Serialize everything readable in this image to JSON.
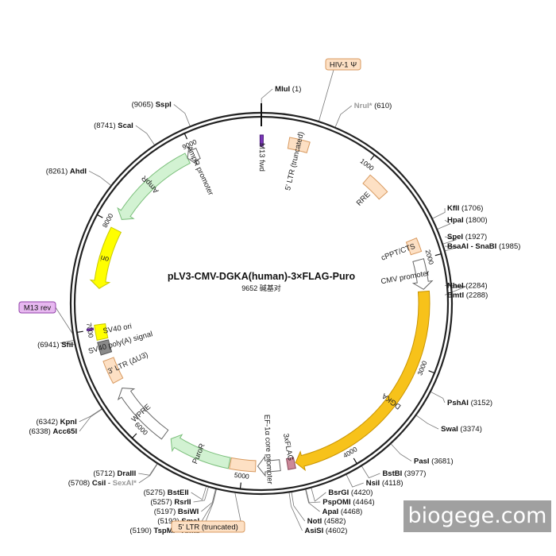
{
  "title": "pLV3-CMV-DGKA(human)-3×FLAG-Puro",
  "subtitle": "9652 碱基对",
  "total_bp": 9652,
  "watermark": "biogege.com",
  "colors": {
    "backbone": "#222222",
    "plain_feature": "#ffffff",
    "ltr_fill": "#fde0c4",
    "ltr_stroke": "#d89a60",
    "marker_fill": "#f6c8a8",
    "ampr_fill": "#d2f2d2",
    "ampr_stroke": "#7bbf7b",
    "ori_fill": "#ffff00",
    "ori_stroke": "#c8c800",
    "dgka_fill": "#f7c21a",
    "dgka_stroke": "#c99400",
    "flag_fill": "#cc8899",
    "primer_fill": "#7a36b8",
    "sv40_ori_fill": "#8a8a8a",
    "primer_tag_fill": "#e7b8f0",
    "primer_tag_stroke": "#9040a8",
    "ltr_tag_fill": "#fde0c4",
    "ltr_tag_stroke": "#d89a60",
    "sexai_gray": "#999999"
  },
  "ticks": [
    {
      "bp": 1000,
      "label": "1000"
    },
    {
      "bp": 2000,
      "label": "2000"
    },
    {
      "bp": 3000,
      "label": "3000"
    },
    {
      "bp": 4000,
      "label": "4000"
    },
    {
      "bp": 5000,
      "label": "5000"
    },
    {
      "bp": 6000,
      "label": "6000"
    },
    {
      "bp": 7000,
      "label": "7000"
    },
    {
      "bp": 8000,
      "label": "8000"
    },
    {
      "bp": 9000,
      "label": "9000"
    }
  ],
  "features": [
    {
      "name": "5' LTR (truncated)",
      "start": 260,
      "end": 450,
      "ring": 2,
      "kind": "box",
      "color": "ltr"
    },
    {
      "name": "RRE",
      "start": 1080,
      "end": 1300,
      "ring": 2,
      "kind": "box",
      "color": "ltr"
    },
    {
      "name": "cPPT/CTS",
      "start": 1800,
      "end": 1930,
      "ring": 2,
      "kind": "box",
      "color": "ltr"
    },
    {
      "name": "CMV promoter",
      "start": 2000,
      "end": 2280,
      "ring": 2,
      "kind": "arrow",
      "dir": 1,
      "color": "plain"
    },
    {
      "name": "DGKA",
      "start": 2300,
      "end": 4500,
      "ring": 2,
      "kind": "arrow",
      "dir": 1,
      "color": "dgka"
    },
    {
      "name": "3xFLAG",
      "start": 4510,
      "end": 4580,
      "ring": 2,
      "kind": "box",
      "color": "flag"
    },
    {
      "name": "EF-1α core promoter",
      "start": 4650,
      "end": 4860,
      "ring": 2,
      "kind": "arrow",
      "dir": 1,
      "color": "plain"
    },
    {
      "name": "",
      "start": 4880,
      "end": 5120,
      "ring": 2,
      "kind": "box",
      "color": "ltr"
    },
    {
      "name": "PuroR",
      "start": 5130,
      "end": 5730,
      "ring": 2,
      "kind": "arrow",
      "dir": 1,
      "color": "ampr"
    },
    {
      "name": "WPRE",
      "start": 5800,
      "end": 6400,
      "ring": 2,
      "kind": "arrow",
      "dir": 1,
      "color": "plain"
    },
    {
      "name": "3' LTR (ΔU3)",
      "start": 6480,
      "end": 6700,
      "ring": 2,
      "kind": "box",
      "color": "ltr"
    },
    {
      "name": "SV40 poly(A) signal",
      "start": 6760,
      "end": 6880,
      "ring": 2,
      "kind": "box",
      "color": "sv40ori"
    },
    {
      "name": "SV40 ori",
      "start": 6900,
      "end": 7040,
      "ring": 2,
      "kind": "box",
      "color": "ori"
    },
    {
      "name": "ori",
      "start": 7380,
      "end": 7960,
      "ring": 2,
      "kind": "arrow",
      "dir": -1,
      "color": "ori"
    },
    {
      "name": "AmpR",
      "start": 8070,
      "end": 8930,
      "ring": 2,
      "kind": "arrow",
      "dir": -1,
      "color": "ampr"
    },
    {
      "name": "AmpR promoter",
      "start": 8930,
      "end": 9040,
      "ring": 2,
      "kind": "arrow",
      "dir": -1,
      "color": "plain"
    },
    {
      "name": "M13 fwd",
      "start": 9640,
      "end": 9670,
      "ring": 2,
      "kind": "box",
      "color": "primer"
    },
    {
      "name": "",
      "start": 7000,
      "end": 7015,
      "ring": 1,
      "kind": "box",
      "color": "primer"
    }
  ],
  "primer_tags": [
    {
      "label": "M13 rev"
    },
    {
      "label": "HIV-1 Ψ"
    },
    {
      "label": "5' LTR (truncated)"
    }
  ],
  "sites": [
    {
      "name": "MluI",
      "pos": "(1)",
      "bp": 1,
      "gray": false
    },
    {
      "name": "NruI*",
      "pos": "(610)",
      "bp": 610,
      "gray": true
    },
    {
      "name": "KflI",
      "pos": "(1706)",
      "bp": 1706,
      "gray": false
    },
    {
      "name": "HpaI",
      "pos": "(1800)",
      "bp": 1800,
      "gray": false
    },
    {
      "name": "SpeI",
      "pos": "(1927)",
      "bp": 1927,
      "gray": false
    },
    {
      "name": "BsaAI - SnaBI",
      "pos": "(1985)",
      "bp": 1985,
      "gray": false
    },
    {
      "name": "NheI",
      "pos": "(2284)",
      "bp": 2284,
      "gray": false
    },
    {
      "name": "BmtI",
      "pos": "(2288)",
      "bp": 2288,
      "gray": false
    },
    {
      "name": "PshAI",
      "pos": "(3152)",
      "bp": 3152,
      "gray": false
    },
    {
      "name": "SwaI",
      "pos": "(3374)",
      "bp": 3374,
      "gray": false
    },
    {
      "name": "PasI",
      "pos": "(3681)",
      "bp": 3681,
      "gray": false
    },
    {
      "name": "BstBI",
      "pos": "(3977)",
      "bp": 3977,
      "gray": false
    },
    {
      "name": "NsiI",
      "pos": "(4118)",
      "bp": 4118,
      "gray": false
    },
    {
      "name": "BsrGI",
      "pos": "(4420)",
      "bp": 4420,
      "gray": false
    },
    {
      "name": "PspOMI",
      "pos": "(4464)",
      "bp": 4464,
      "gray": false
    },
    {
      "name": "ApaI",
      "pos": "(4468)",
      "bp": 4468,
      "gray": false
    },
    {
      "name": "NotI",
      "pos": "(4582)",
      "bp": 4582,
      "gray": false
    },
    {
      "name": "AsiSI",
      "pos": "(4602)",
      "bp": 4602,
      "gray": false
    },
    {
      "name": "TspMI - XmaI",
      "pos": "(5190)",
      "bp": 5190,
      "gray": false
    },
    {
      "name": "SmaI",
      "pos": "(5192)",
      "bp": 5192,
      "gray": false
    },
    {
      "name": "BsiWI",
      "pos": "(5197)",
      "bp": 5197,
      "gray": false
    },
    {
      "name": "RsrII",
      "pos": "(5257)",
      "bp": 5257,
      "gray": false
    },
    {
      "name": "BstEII",
      "pos": "(5275)",
      "bp": 5275,
      "gray": false
    },
    {
      "name": "CsiI",
      "pos": "(5708)",
      "bp": 5708,
      "gray": false,
      "extra": "SexAI*"
    },
    {
      "name": "DraIII",
      "pos": "(5712)",
      "bp": 5712,
      "gray": false
    },
    {
      "name": "Acc65I",
      "pos": "(6338)",
      "bp": 6338,
      "gray": false
    },
    {
      "name": "KpnI",
      "pos": "(6342)",
      "bp": 6342,
      "gray": false
    },
    {
      "name": "SfiI",
      "pos": "(6941)",
      "bp": 6941,
      "gray": false
    },
    {
      "name": "AhdI",
      "pos": "(8261)",
      "bp": 8261,
      "gray": false
    },
    {
      "name": "ScaI",
      "pos": "(8741)",
      "bp": 8741,
      "gray": false
    },
    {
      "name": "SspI",
      "pos": "(9065)",
      "bp": 9065,
      "gray": false
    }
  ]
}
